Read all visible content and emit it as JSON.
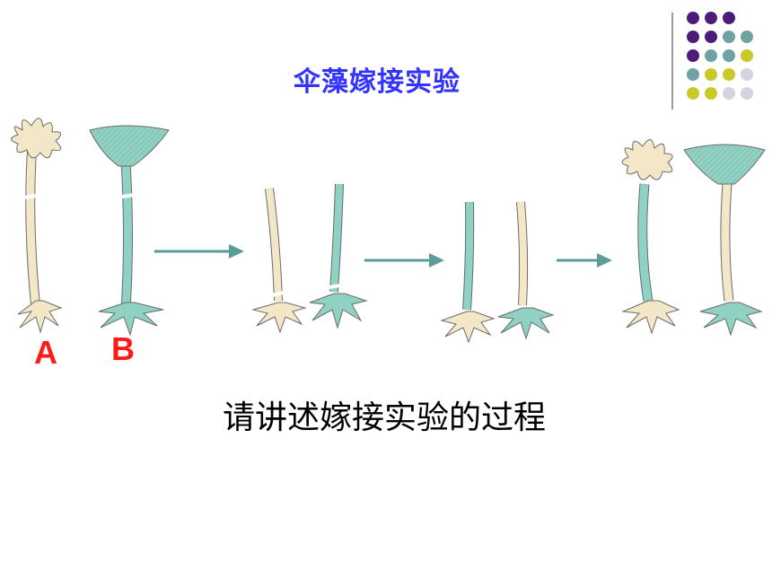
{
  "slide": {
    "title": "伞藻嫁接实验",
    "labels": {
      "a": "A",
      "b": "B"
    },
    "question": "请讲述嫁接实验的过程"
  },
  "colors": {
    "title": "#3333ff",
    "labels": "#ff1a1a",
    "species_a": "#f3e7c8",
    "species_b": "#8fd1c2",
    "outline": "#6b6b6b",
    "arrow": "#5a9c98",
    "dot_purple": "#4d1c7a",
    "dot_teal": "#6fa3a3",
    "dot_yellow": "#c9c928",
    "dot_gray": "#d2d4e0"
  },
  "decor": {
    "dot_grid": [
      [
        "purple",
        "purple",
        "purple",
        ""
      ],
      [
        "purple",
        "purple",
        "teal",
        "teal"
      ],
      [
        "purple",
        "teal",
        "teal",
        "yellow"
      ],
      [
        "teal",
        "yellow",
        "yellow",
        "gray"
      ],
      [
        "yellow",
        "yellow",
        "gray",
        "gray"
      ]
    ]
  }
}
